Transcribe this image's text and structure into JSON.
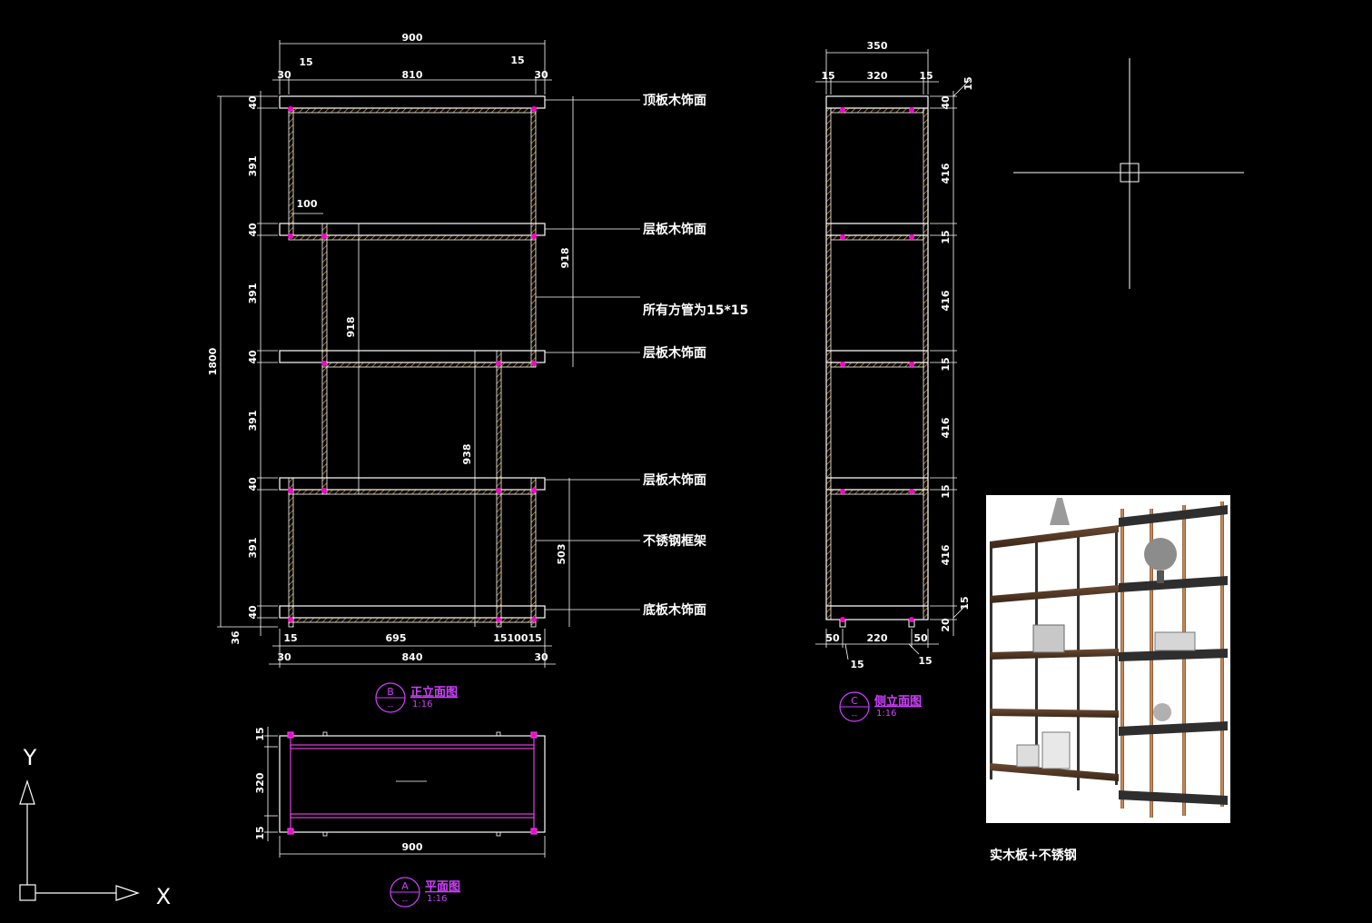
{
  "front_elevation": {
    "dims_top": {
      "overall": "900",
      "side_left": "15",
      "side_right": "15",
      "edge_left": "30",
      "inner": "810",
      "edge_right": "30"
    },
    "dims_left": {
      "overall": "1800",
      "board": "40",
      "bay": "391",
      "bottom_extra": "36"
    },
    "dims_inner": {
      "offset": "100",
      "post_a": "918",
      "post_b": "938",
      "post_c": "918",
      "post_d": "503"
    },
    "dims_bottom": {
      "tube_left": "15",
      "span": "695",
      "tube_group": "1510015",
      "edge_left": "30",
      "span_total": "840",
      "edge_right": "30"
    },
    "callouts": [
      "顶板木饰面",
      "层板木饰面",
      "所有方管为15*15",
      "层板木饰面",
      "层板木饰面",
      "不锈钢框架",
      "底板木饰面"
    ],
    "tag": {
      "letter": "B",
      "title": "正立面图",
      "scale": "1:16",
      "dash": "--"
    }
  },
  "side_elevation": {
    "dims_top": {
      "overall": "350",
      "side_left": "15",
      "inner": "320",
      "side_right": "15",
      "corner": "15"
    },
    "dims_right": {
      "board": "40",
      "bay": "416",
      "shelf": "15",
      "bottom_a": "15",
      "bottom_b": "20"
    },
    "dims_bottom": {
      "left": "50",
      "mid": "220",
      "right": "50",
      "tube_left": "15",
      "tube_right": "15"
    },
    "tag": {
      "letter": "C",
      "title": "侧立面图",
      "scale": "1:16",
      "dash": "--"
    }
  },
  "plan_view": {
    "dims": {
      "top": "15",
      "depth": "320",
      "bottom": "15",
      "width": "900"
    },
    "tag": {
      "letter": "A",
      "title": "平面图",
      "scale": "1:16",
      "dash": "--"
    }
  },
  "photo_caption": "实木板+不锈钢",
  "ucs": {
    "x_label": "X",
    "y_label": "Y"
  },
  "colors": {
    "line": "#ffffff",
    "hatch": "#e0a030",
    "node": "#ff00cc",
    "tag": "#d040ff"
  }
}
